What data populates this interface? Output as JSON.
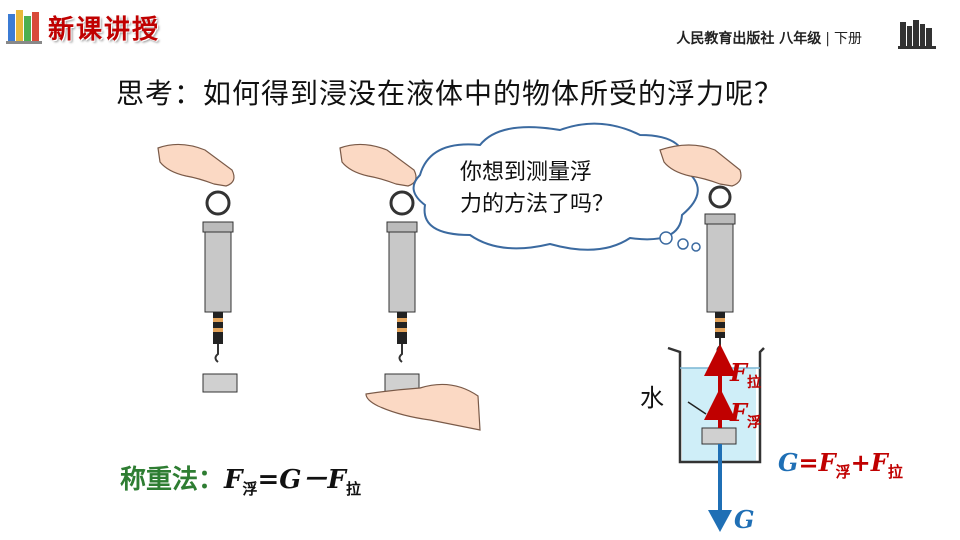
{
  "header": {
    "title": "新课讲授",
    "publisher": "人民教育出版社",
    "grade": "八年级",
    "volume": "下册"
  },
  "question": "思考：如何得到浸没在液体中的物体所受的浮力呢？",
  "thought_bubble": {
    "line1": "你想到测量浮",
    "line2": "力的方法了吗？"
  },
  "water_label": "水",
  "method": {
    "name": "称重法：",
    "formula_f": "F",
    "formula_f_sub": "浮",
    "formula_mid": "=G－",
    "formula_f2": "F",
    "formula_f2_sub": "拉"
  },
  "equation": {
    "g": "G",
    "eq": "=",
    "f1": "F",
    "f1_sub": "浮",
    "plus": "+",
    "f2": "F",
    "f2_sub": "拉"
  },
  "force_labels": {
    "pull": "F",
    "pull_sub": "拉",
    "buoyancy": "F",
    "buoyancy_sub": "浮",
    "gravity": "G"
  },
  "colors": {
    "title": "#c00000",
    "method_name": "#2e7d32",
    "upward_force": "#c00000",
    "gravity": "#1f6fb5",
    "water": "#cfeef8"
  },
  "icons": {
    "header_left": "books-icon",
    "header_right": "bookshelf-icon"
  }
}
